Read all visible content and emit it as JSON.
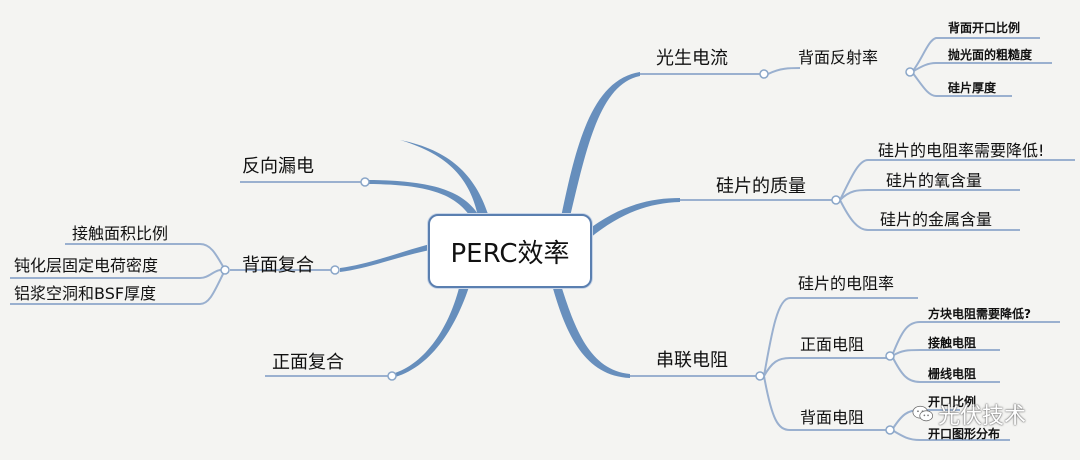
{
  "center": {
    "label": "PERC效率"
  },
  "branches": [
    {
      "label": "光生电流",
      "children": [
        {
          "label": "背面反射率",
          "children": [
            "背面开口比例",
            "抛光面的粗糙度",
            "硅片厚度"
          ]
        }
      ]
    },
    {
      "label": "硅片的质量",
      "children": [
        {
          "label": "硅片的电阻率需要降低!"
        },
        {
          "label": "硅片的氧含量"
        },
        {
          "label": "硅片的金属含量"
        }
      ]
    },
    {
      "label": "串联电阻",
      "children": [
        {
          "label": "硅片的电阻率"
        },
        {
          "label": "正面电阻",
          "children": [
            "方块电阻需要降低?",
            "接触电阻",
            "栅线电阻"
          ]
        },
        {
          "label": "背面电阻",
          "children": [
            "开口比例",
            "开口图形分布"
          ]
        }
      ]
    },
    {
      "label": "反向漏电"
    },
    {
      "label": "背面复合",
      "children": [
        {
          "label": "接触面积比例"
        },
        {
          "label": "钝化层固定电荷密度"
        },
        {
          "label": "铝浆空洞和BSF厚度"
        }
      ]
    },
    {
      "label": "正面复合"
    }
  ],
  "watermark": {
    "text": "光伏技术",
    "icon": "wechat-icon"
  },
  "colors": {
    "branch": "#5b86b8",
    "line": "#9ab0cf",
    "text": "#111111",
    "background": "#f4f4f2"
  }
}
